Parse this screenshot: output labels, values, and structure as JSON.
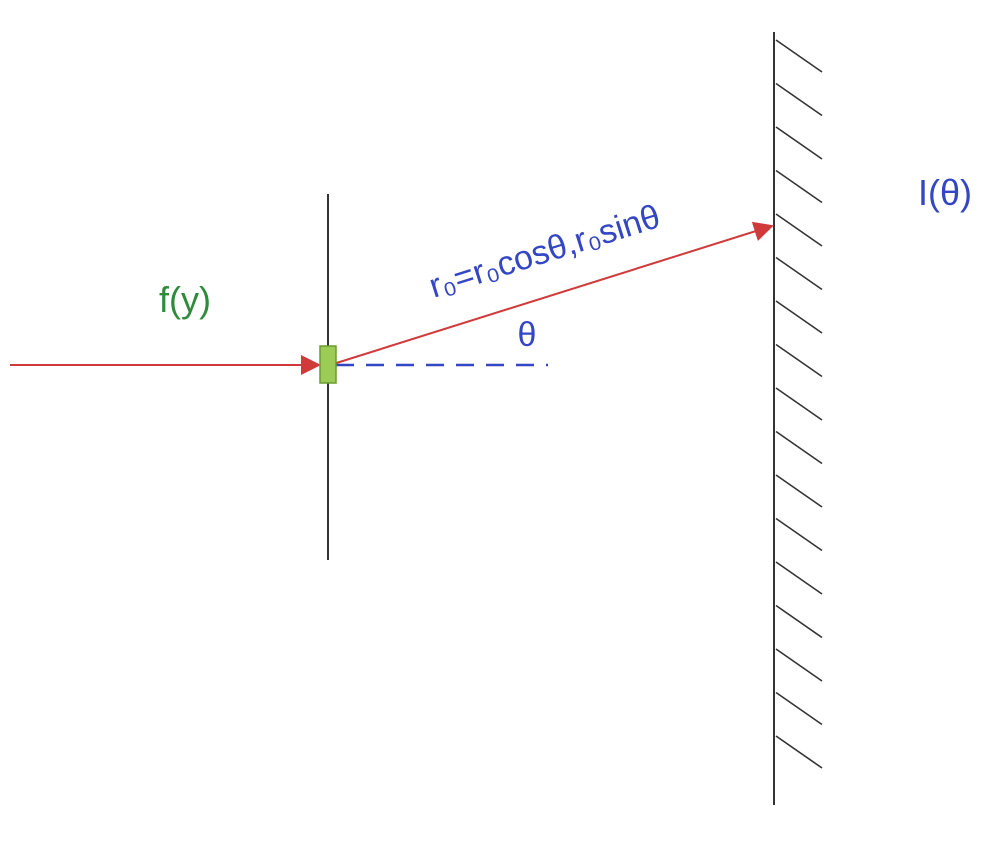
{
  "labels": {
    "input_function": "f(y)",
    "vector": "r₀=r₀cosθ,r₀sinθ",
    "angle": "θ",
    "intensity": "I(θ)"
  },
  "colors": {
    "ray": "#d03a3a",
    "blue_text": "#3346c4",
    "green_text": "#2e8b3a",
    "slit_fill": "#9ccc55",
    "slit_stroke": "#6a9b2e",
    "line": "#333333",
    "dashed": "#3346c4"
  }
}
